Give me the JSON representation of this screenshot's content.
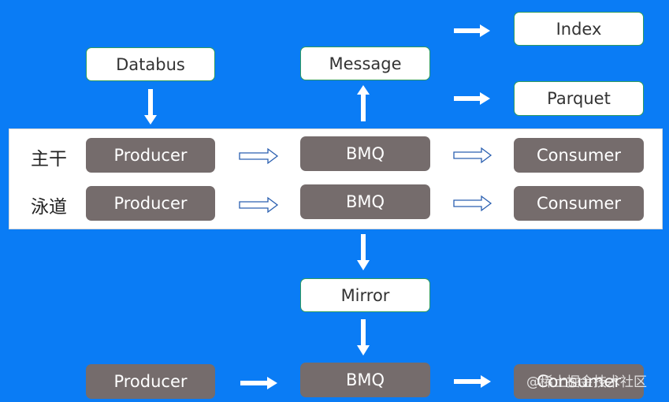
{
  "top": {
    "databus": "Databus",
    "message": "Message",
    "index": "Index",
    "parquet": "Parquet"
  },
  "band": {
    "row1": {
      "label": "主干",
      "producer": "Producer",
      "bmq": "BMQ",
      "consumer": "Consumer"
    },
    "row2": {
      "label": "泳道",
      "producer": "Producer",
      "bmq": "BMQ",
      "consumer": "Consumer"
    }
  },
  "mirror": "Mirror",
  "bottom": {
    "producer": "Producer",
    "bmq": "BMQ",
    "consumer": "Consumer"
  },
  "watermark": "@稀土掘金技术社区",
  "colors": {
    "background": "#0a7cf5",
    "gray_box": "#756c6c",
    "white_box": "#ffffff",
    "border": "#2f9b5f"
  }
}
